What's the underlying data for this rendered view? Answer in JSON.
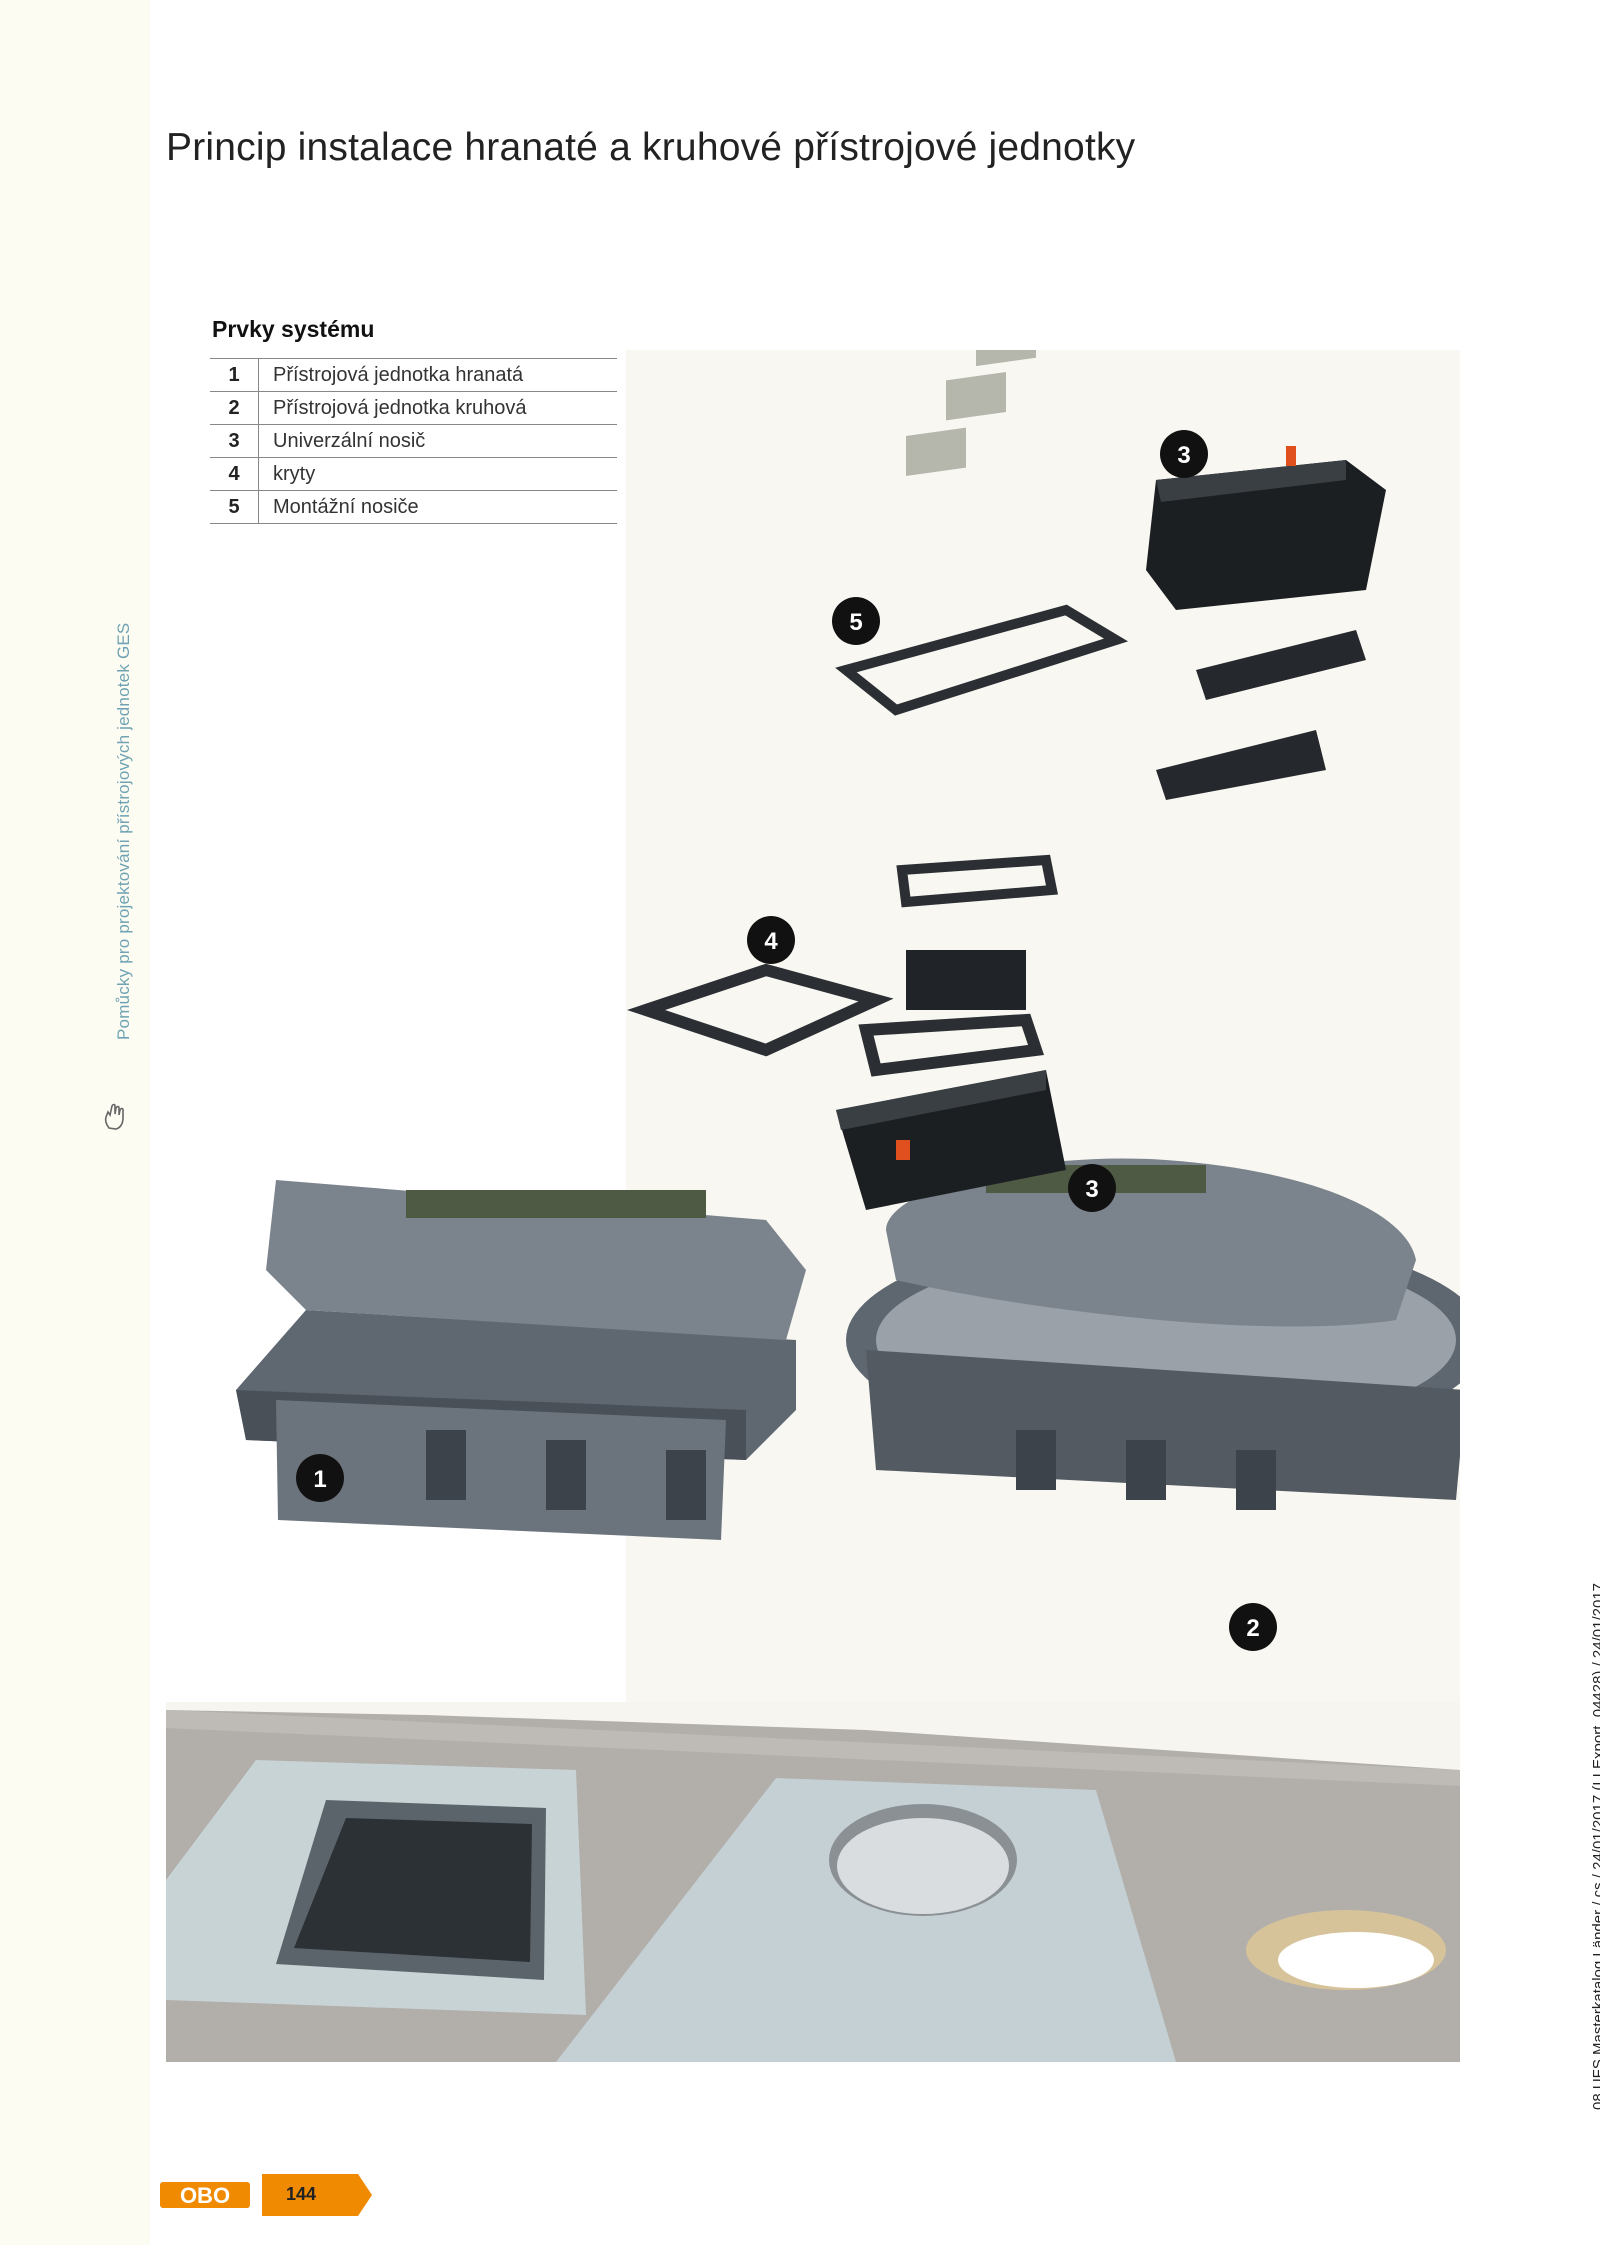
{
  "page": {
    "title": "Princip instalace hranaté a kruhové přístrojové jednotky",
    "side_label": "Pomůcky pro projektování přístrojových jednotek GES",
    "side_icon": "hand-pointer-icon",
    "print_note": "08 UFS Masterkatalog Länder / cs / 24/01/2017 (LLExport_04428) / 24/01/2017",
    "page_number": "144",
    "brand": "OBO",
    "brand_color": "#f08a00"
  },
  "components": {
    "title": "Prvky systému",
    "rows": [
      {
        "num": "1",
        "label": "Přístrojová jednotka hranatá"
      },
      {
        "num": "2",
        "label": "Přístrojová jednotka kruhová"
      },
      {
        "num": "3",
        "label": "Univerzální nosič"
      },
      {
        "num": "4",
        "label": "kryty"
      },
      {
        "num": "5",
        "label": "Montážní nosiče"
      }
    ]
  },
  "illustration": {
    "callouts": [
      "1",
      "2",
      "3",
      "3",
      "4",
      "5"
    ]
  }
}
